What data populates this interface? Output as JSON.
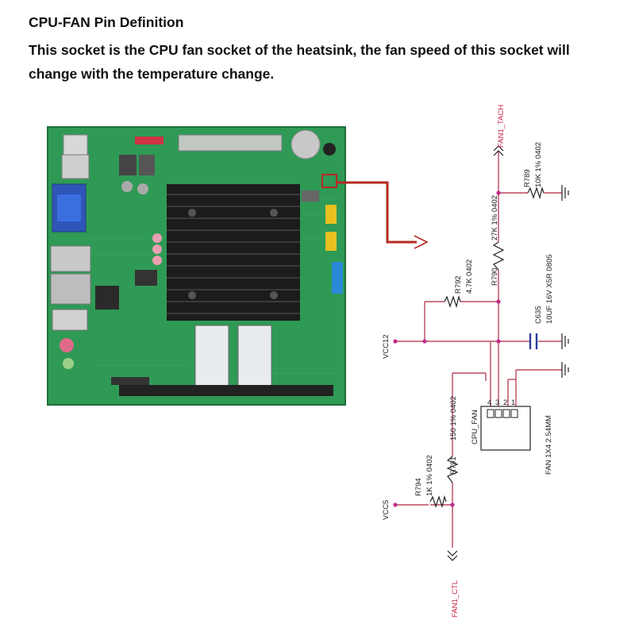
{
  "heading": "CPU-FAN Pin Definition",
  "description": "This socket is the CPU fan socket of the heatsink, the fan speed of this socket will change with the temperature change.",
  "schematic": {
    "fan1_tach": "FAN1_TACH",
    "r789_ref": "R789",
    "r789_val": "10K 1% 0402",
    "r790_ref": "R790",
    "r790_val": "27K 1% 0402",
    "r792_ref": "R792",
    "r792_val": "4.7K 0402",
    "c635_ref": "C635",
    "c635_val": "10UF 16V X5R 0805",
    "vcc12": "VCC12",
    "connector_ref": "CPU_FAN",
    "connector_desc": "FAN 1X4 2.54MM",
    "pins": [
      "4",
      "3",
      "2",
      "1"
    ],
    "r791_ref": "R791",
    "r791_val": "150 1% 0402",
    "r794_ref": "R794",
    "r794_val": "1K 1% 0402",
    "vcc5": "VCC5",
    "fan1_ctl": "FAN1_CTL"
  },
  "colors": {
    "wire": "#b8485e",
    "net_label": "#c8284a",
    "arrow": "#b42a22",
    "board": "#2f9a55"
  }
}
